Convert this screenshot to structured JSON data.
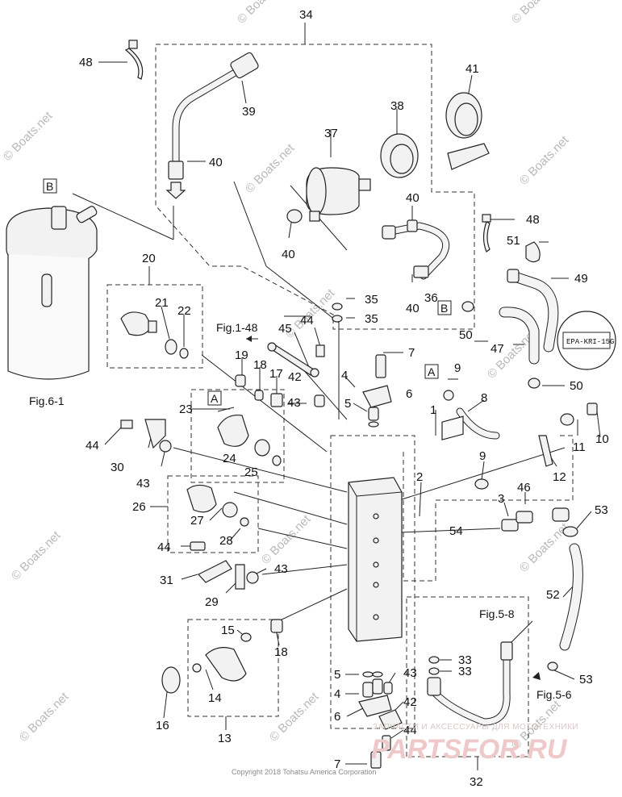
{
  "callouts": {
    "c1": "1",
    "c2": "2",
    "c3": "3",
    "c4a": "4",
    "c4b": "4",
    "c5a": "5",
    "c5b": "5",
    "c6a": "6",
    "c6b": "6",
    "c7a": "7",
    "c7b": "7",
    "c8": "8",
    "c9a": "9",
    "c9b": "9",
    "c10": "10",
    "c11": "11",
    "c12": "12",
    "c13": "13",
    "c14": "14",
    "c15": "15",
    "c16": "16",
    "c17": "17",
    "c18a": "18",
    "c18b": "18",
    "c19": "19",
    "c20": "20",
    "c21": "21",
    "c22": "22",
    "c23": "23",
    "c24": "24",
    "c25": "25",
    "c26": "26",
    "c27": "27",
    "c28": "28",
    "c29": "29",
    "c30": "30",
    "c31": "31",
    "c32": "32",
    "c33a": "33",
    "c33b": "33",
    "c34": "34",
    "c35a": "35",
    "c35b": "35",
    "c36": "36",
    "c37": "37",
    "c38": "38",
    "c39": "39",
    "c40a": "40",
    "c40b": "40",
    "c40c": "40",
    "c40d": "40",
    "c41": "41",
    "c42a": "42",
    "c42b": "42",
    "c43a": "43",
    "c43b": "43",
    "c43c": "43",
    "c43d": "43",
    "c44a": "44",
    "c44b": "44",
    "c44c": "44",
    "c44d": "44",
    "c45": "45",
    "c46": "46",
    "c47": "47",
    "c48a": "48",
    "c48b": "48",
    "c49": "49",
    "c50a": "50",
    "c50b": "50",
    "c51": "51",
    "c52": "52",
    "c53a": "53",
    "c53b": "53",
    "c54": "54"
  },
  "boxed_letters": {
    "b_top": "B",
    "b_mid": "B",
    "a_mid": "A",
    "a_right": "A"
  },
  "figure_refs": {
    "fig1_48": "Fig.1-48",
    "fig6_1": "Fig.6-1",
    "fig5_8": "Fig.5-8",
    "fig5_6": "Fig.5-6"
  },
  "hose_tag": "EPA-KRI-15G",
  "watermarks": [
    "© Boats.net",
    "© Boats.net",
    "© Boats.net",
    "© Boats.net",
    "© Boats.net",
    "© Boats.net",
    "© Boats.net",
    "© Boats.net",
    "© Boats.net",
    "© Boats.net",
    "© Boats.net",
    "© Boats.net",
    "© Boats.net"
  ],
  "copyright": "Copyright 2018 Tohatsu America Corporation",
  "shop_line": "ЗАПЧАСТИ И АКСЕССУАРЫ ДЛЯ МОТОТЕХНИКИ",
  "shop_brand": "PARTSFOR.RU",
  "colors": {
    "line": "#222222",
    "watermark": "#b9b9b9",
    "brand": "#efc9c9"
  }
}
